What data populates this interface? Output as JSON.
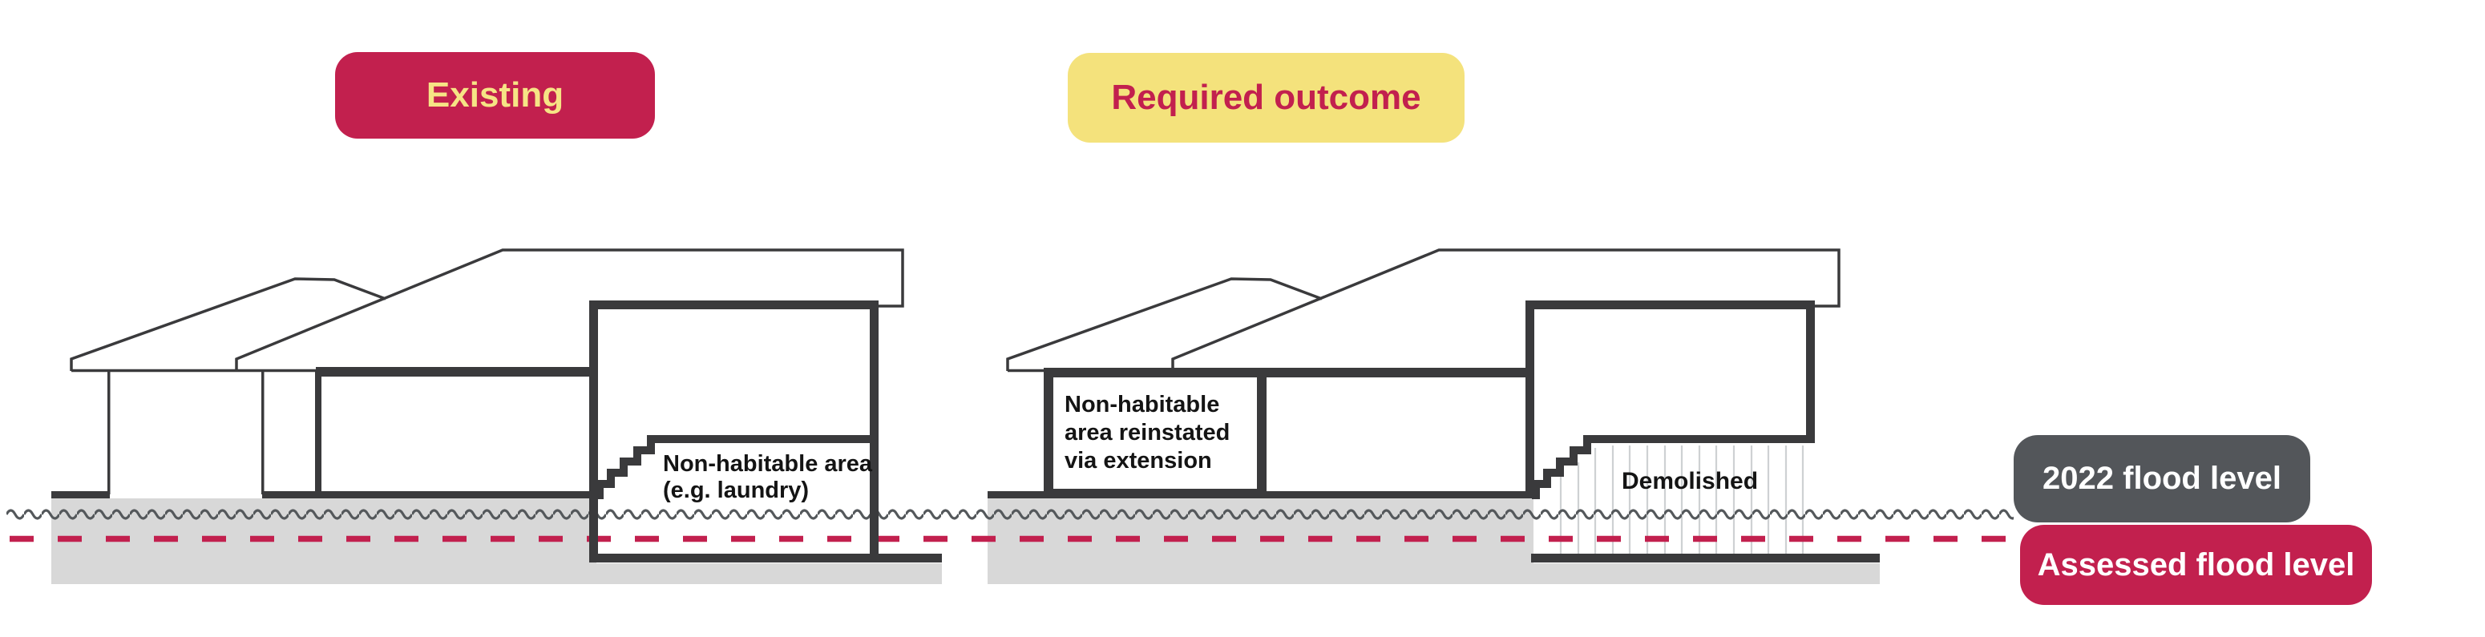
{
  "legend": {
    "existing_label": "Existing",
    "required_outcome_label": "Required outcome"
  },
  "flood_levels": {
    "flood_2022_label": "2022 flood level",
    "assessed_label": "Assessed flood level"
  },
  "existing_house": {
    "basement_label_line1": "Non-habitable area",
    "basement_label_line2": "(e.g. laundry)"
  },
  "outcome_house": {
    "extension_label_line1": "Non-habitable",
    "extension_label_line2": "area reinstated",
    "extension_label_line3": "via extension",
    "demolished_label": "Demolished"
  },
  "colors": {
    "crimson": "#c2204e",
    "yellow": "#f4e27c",
    "badge_yellow_text": "#f6e485",
    "badge_dark_gray": "#53565a",
    "outline_dark": "#3a3a3c",
    "ground_gray": "#d8d8d8",
    "water_line_gray": "#54585b",
    "hatch_light_gray": "#ced1d3",
    "label_black": "#141414",
    "white": "#ffffff"
  }
}
